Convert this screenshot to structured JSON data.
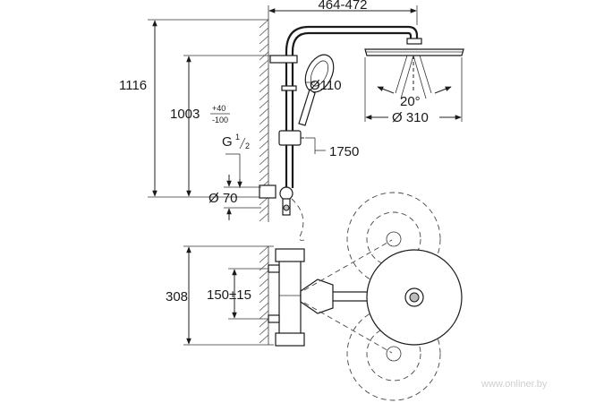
{
  "dimensions": {
    "arm_reach": "464-472",
    "total_height": "1116",
    "inlet_height": "1003",
    "inlet_tol_plus": "+40",
    "inlet_tol_minus": "-100",
    "thread": "G",
    "thread_num": "1",
    "thread_den": "2",
    "inlet_dia": "Ø 70",
    "hand_shower_dia": "Ø110",
    "head_angle": "20°",
    "head_dia": "Ø 310",
    "hose_length": "1750",
    "mixer_height": "308",
    "inlet_spacing": "150±15"
  },
  "colors": {
    "line": "#1a1a1a",
    "hatch": "#555555",
    "metal": "#bdbdbd"
  },
  "watermark": "www.onliner.by"
}
